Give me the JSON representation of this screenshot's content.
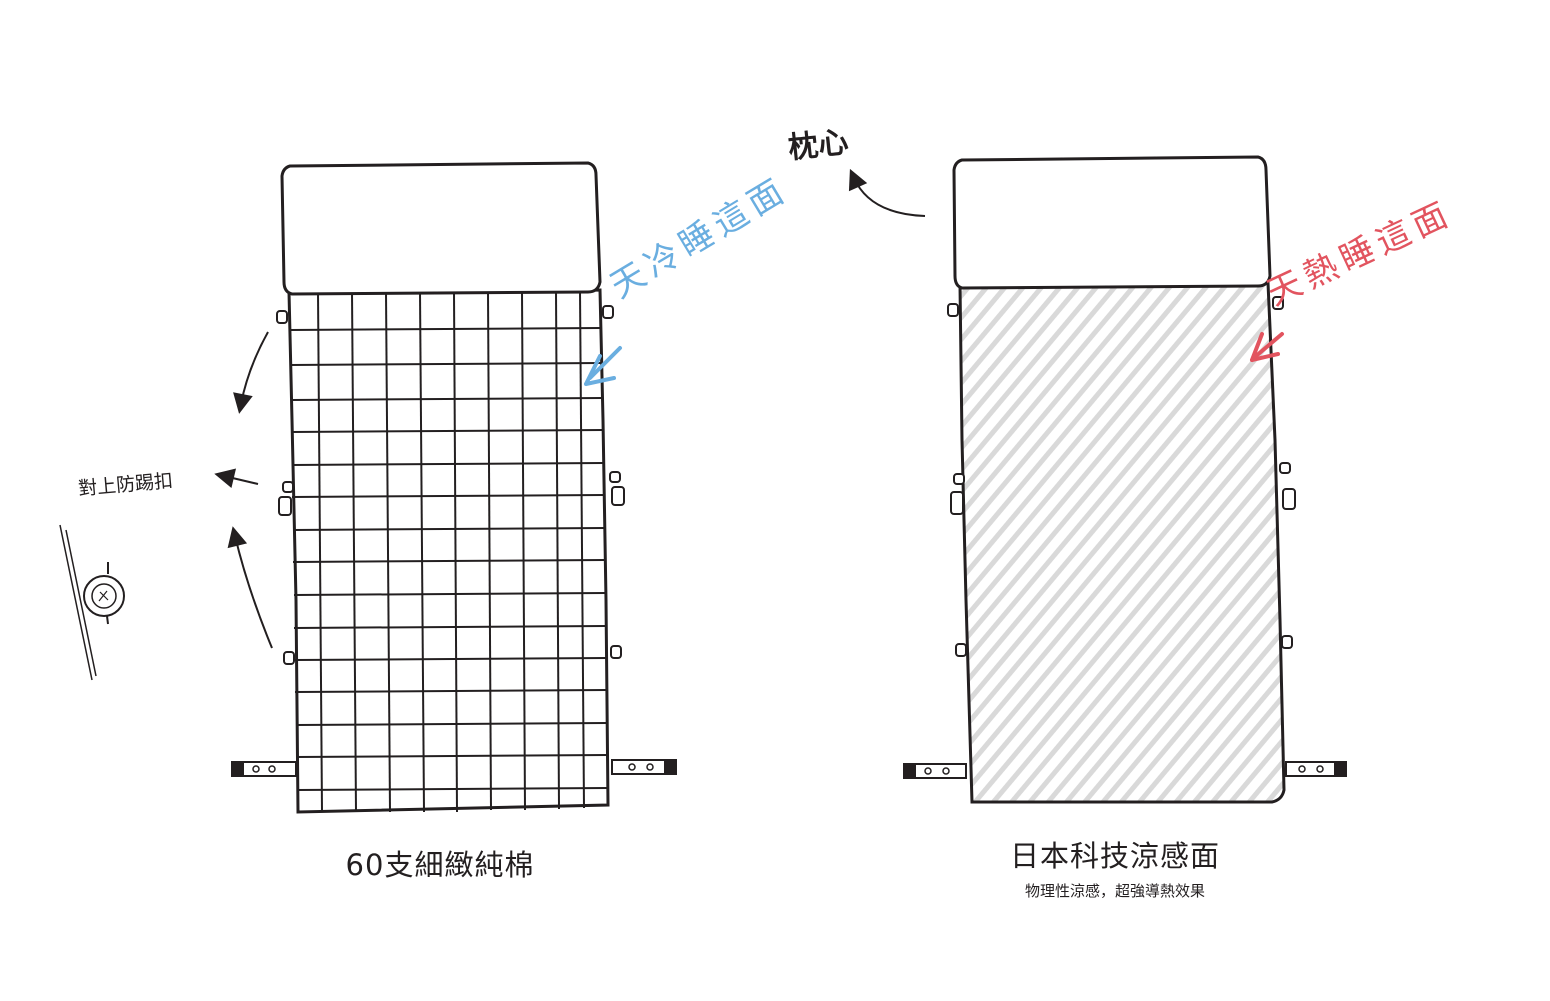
{
  "left_panel": {
    "title": "60支細緻純棉"
  },
  "right_panel": {
    "title": "日本科技涼感面",
    "subtitle": "物理性涼感，超強導熱效果"
  },
  "annotations": {
    "pillow": "枕心",
    "kick_buckle": "對上防踢扣",
    "cold_side": "天冷睡這面",
    "hot_side": "天熱睡這面"
  },
  "colors": {
    "ink": "#231f20",
    "cold": "#6aaee0",
    "hot": "#e2545f",
    "stripe": "#d9d9d9"
  }
}
